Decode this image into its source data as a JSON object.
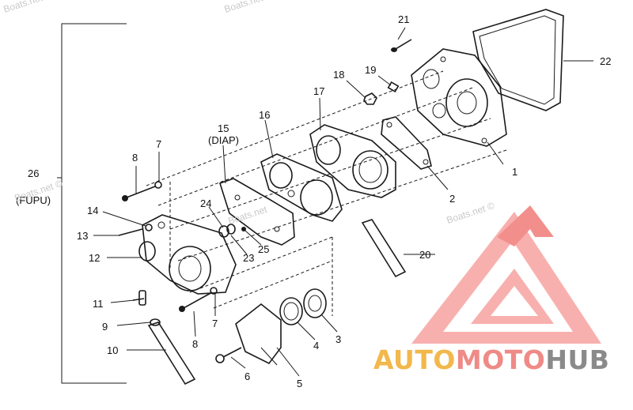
{
  "diagram": {
    "group_label_number": "26",
    "group_label_code": "(FUPU)",
    "callouts": [
      {
        "id": "c1",
        "text": "1"
      },
      {
        "id": "c2",
        "text": "2"
      },
      {
        "id": "c3",
        "text": "3"
      },
      {
        "id": "c4",
        "text": "4"
      },
      {
        "id": "c5",
        "text": "5"
      },
      {
        "id": "c6",
        "text": "6"
      },
      {
        "id": "c7a",
        "text": "7"
      },
      {
        "id": "c7b",
        "text": "7"
      },
      {
        "id": "c8a",
        "text": "8"
      },
      {
        "id": "c8b",
        "text": "8"
      },
      {
        "id": "c9",
        "text": "9"
      },
      {
        "id": "c10",
        "text": "10"
      },
      {
        "id": "c11",
        "text": "11"
      },
      {
        "id": "c12",
        "text": "12"
      },
      {
        "id": "c13",
        "text": "13"
      },
      {
        "id": "c14",
        "text": "14"
      },
      {
        "id": "c15",
        "text": "15"
      },
      {
        "id": "c15sub",
        "text": "(DIAP)"
      },
      {
        "id": "c16",
        "text": "16"
      },
      {
        "id": "c17",
        "text": "17"
      },
      {
        "id": "c18",
        "text": "18"
      },
      {
        "id": "c19",
        "text": "19"
      },
      {
        "id": "c20",
        "text": "20"
      },
      {
        "id": "c21",
        "text": "21"
      },
      {
        "id": "c22",
        "text": "22"
      },
      {
        "id": "c23",
        "text": "23"
      },
      {
        "id": "c24",
        "text": "24"
      },
      {
        "id": "c25",
        "text": "25"
      }
    ],
    "watermarks": [
      "Boats.net ©",
      "Boats.net ©",
      "Boats.net",
      "Boats.net ©",
      "Boats.net ©"
    ]
  },
  "branding": {
    "logo_name": "automotohub-logo",
    "word_auto": "AUTO",
    "word_moto": "MOTO",
    "word_hub": "HUB",
    "colors": {
      "auto": "#f2b84b",
      "moto": "#ef8a86",
      "hub": "#8a8a8a",
      "triangle": "#f07c78"
    }
  }
}
